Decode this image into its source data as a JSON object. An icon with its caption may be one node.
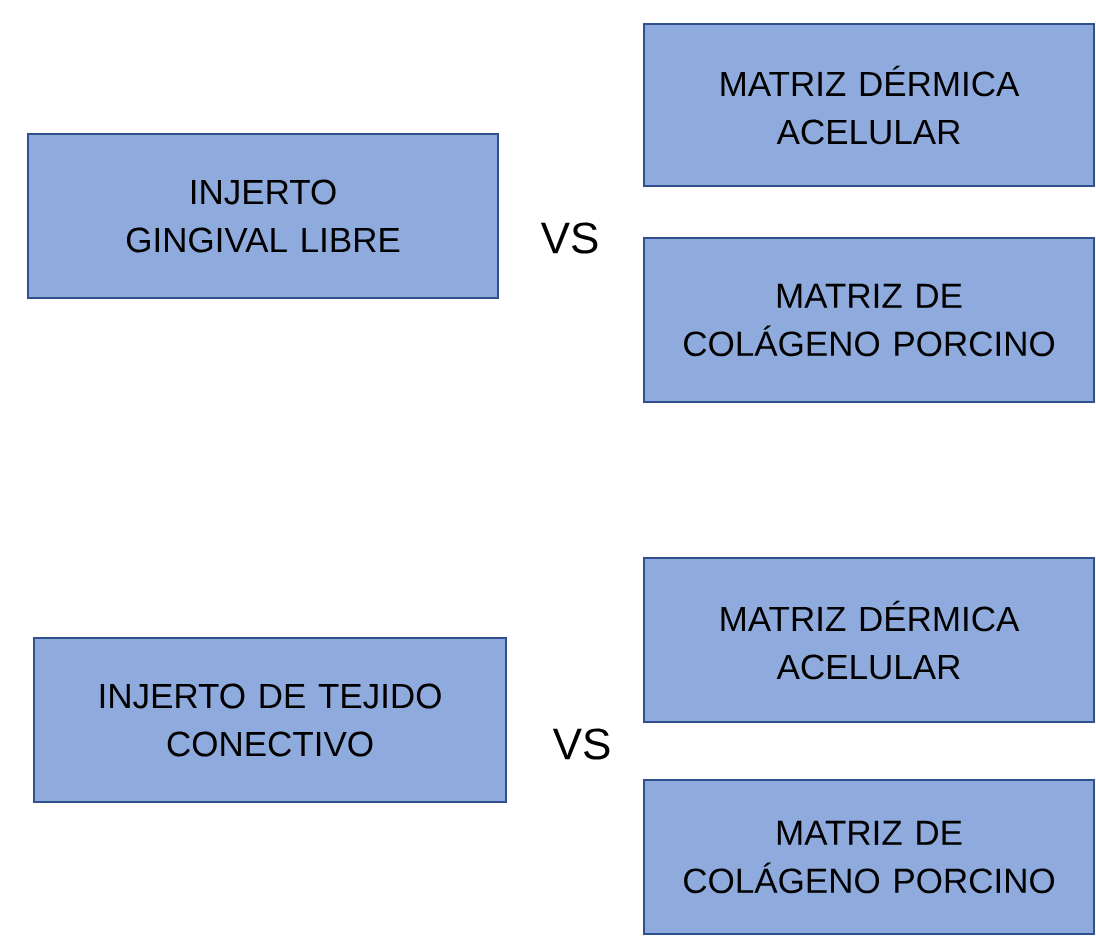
{
  "diagram": {
    "nodes": [
      {
        "text": [
          "INJERTO GINGIVAL LIBRE"
        ]
      },
      {
        "text": [
          "MATRIZ DÉRMICA ACELULAR"
        ]
      },
      {
        "text": [
          "MATRIZ DE COLÁGENO PORCINO"
        ]
      },
      {
        "text": [
          "INJERTO DE TEJIDO CONECTIVO"
        ]
      },
      {
        "text": [
          "MATRIZ DÉRMICA ACELULAR"
        ]
      },
      {
        "text": [
          "MATRIZ DE COLÁGENO PORCINO"
        ]
      }
    ],
    "labels": [
      "VS",
      "VS"
    ]
  }
}
